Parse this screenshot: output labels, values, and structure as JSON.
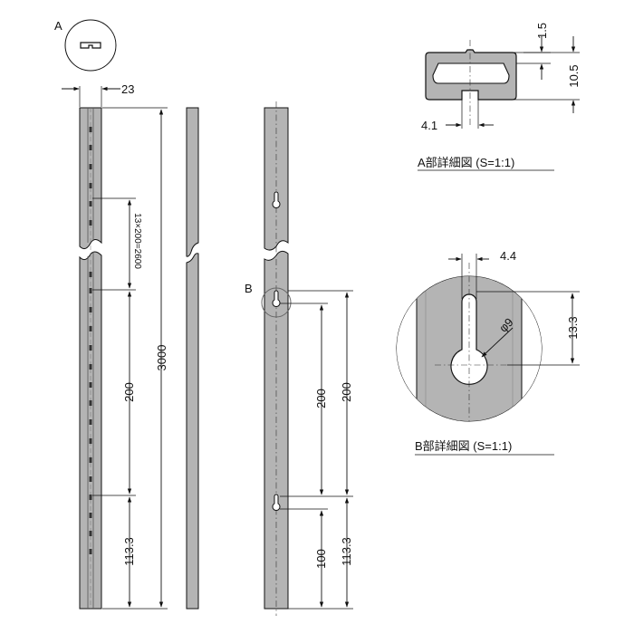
{
  "labels": {
    "view_a": "A",
    "view_b": "B"
  },
  "dimensions": {
    "width": "23",
    "length": "3000",
    "pitch": "13×200=2600",
    "spacing_left": "200",
    "end_left": "113.3",
    "hole_spacing_inner": "200",
    "hole_spacing_outer": "200",
    "bottom_inner": "100",
    "bottom_outer": "113.3",
    "a_top": "1.5",
    "a_height": "10.5",
    "a_slot": "4.1",
    "b_slot": "4.4",
    "b_dia": "φ9",
    "b_height": "13.3"
  },
  "details": {
    "a_title": "A部詳細図 (S=1:1)",
    "b_title": "B部詳細図 (S=1:1)"
  },
  "colors": {
    "rail": "#b4b4b4",
    "rail_dark": "#8f8f8f",
    "line": "#111111",
    "background": "#ffffff"
  }
}
